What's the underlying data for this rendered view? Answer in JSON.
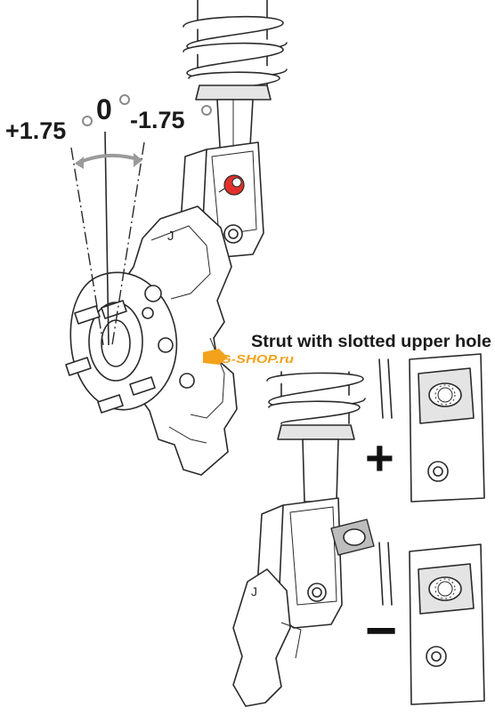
{
  "camber": {
    "center_label": "0",
    "positive_label": "+1.75",
    "negative_label": "-1.75",
    "degree_mark_color": "#8a8a8a",
    "arc_color": "#9a9a9a"
  },
  "callout": {
    "title": "Strut with slotted upper hole"
  },
  "adjust": {
    "plus_symbol": "+",
    "minus_symbol": "−"
  },
  "watermark": {
    "text": "9G-SHOP.ru",
    "color": "#f2a21b"
  },
  "colors": {
    "highlight_bolt": "#e0312b",
    "line": "#2a2a2a",
    "slot_fill": "#bdbdbd"
  }
}
